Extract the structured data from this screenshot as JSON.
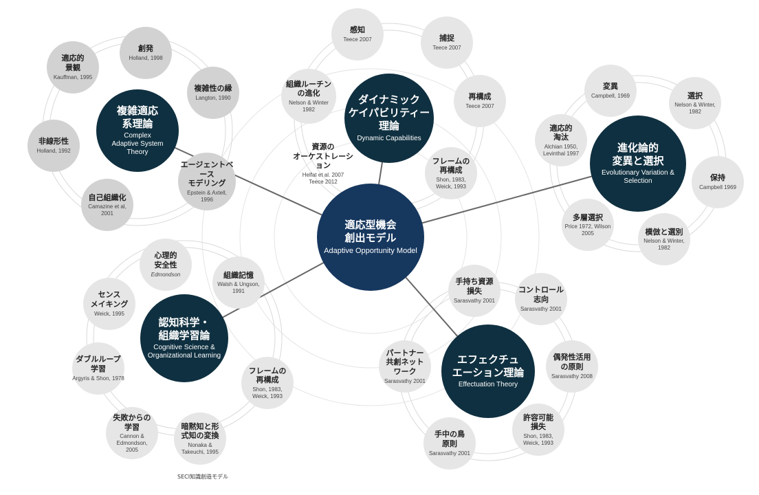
{
  "center": {
    "jp": "適応型機会\n創出モデル",
    "en": "Adaptive Opportunity Model"
  },
  "hubs": [
    {
      "id": "complex",
      "jp": "複雑適応\n系理論",
      "en": "Complex\nAdaptive System\nTheory"
    },
    {
      "id": "dynamic",
      "jp": "ダイナミック\nケイパビリティー\n理論",
      "en": "Dynamic Capabilities"
    },
    {
      "id": "evolution",
      "jp": "進化論的\n変異と選択",
      "en": "Evolutionary Variation &\nSelection"
    },
    {
      "id": "cognitive",
      "jp": "認知科学・\n組織学習論",
      "en": "Cognitive Science &\nOrganizational Learning"
    },
    {
      "id": "effectuation",
      "jp": "エフェクチュ\nエーション理論",
      "en": "Effectuation Theory"
    }
  ],
  "satellites": [
    {
      "id": "c1",
      "jp": "創発",
      "en": "Holland, 1998"
    },
    {
      "id": "c2",
      "jp": "適応的\n景観",
      "en": "Kauffman, 1995"
    },
    {
      "id": "c3",
      "jp": "複雑性の縁",
      "en": "Langton, 1990"
    },
    {
      "id": "c4",
      "jp": "非線形性",
      "en": "Holland, 1992"
    },
    {
      "id": "c5",
      "jp": "自己組織化",
      "en": "Camazine et al,\n2001"
    },
    {
      "id": "c6",
      "jp": "エージェントベース\nモデリング",
      "en": "Epstein & Axtell,\n1996"
    },
    {
      "id": "d1",
      "jp": "感知",
      "en": "Teece 2007"
    },
    {
      "id": "d2",
      "jp": "捕捉",
      "en": "Teece 2007"
    },
    {
      "id": "d3",
      "jp": "組織ルーチン\nの進化",
      "en": "Nelson & Winter\n1982"
    },
    {
      "id": "d4",
      "jp": "再構成",
      "en": "Teece 2007"
    },
    {
      "id": "d5",
      "jp": "資源の\nオーケストレーション",
      "en": "Helfat et al. 2007\nTeece 2012"
    },
    {
      "id": "d6",
      "jp": "フレームの\n再構成",
      "en": "Shon, 1983,\nWeick, 1993"
    },
    {
      "id": "e1",
      "jp": "変異",
      "en": "Campbell, 1969"
    },
    {
      "id": "e2",
      "jp": "選択",
      "en": "Nelson & Winter,\n1982"
    },
    {
      "id": "e3",
      "jp": "適応的\n淘汰",
      "en": "Alchian 1950,\nLevinthal 1997"
    },
    {
      "id": "e4",
      "jp": "保持",
      "en": "Campbell 1969"
    },
    {
      "id": "e5",
      "jp": "多層選択",
      "en": "Price 1972, Wilson 2005"
    },
    {
      "id": "e6",
      "jp": "模倣と選別",
      "en": "Nelson & Winter,\n1982"
    },
    {
      "id": "g1",
      "jp": "心理的\n安全性",
      "en": "Edmondson"
    },
    {
      "id": "g2",
      "jp": "組織記憶",
      "en": "Walsh & Ungson,\n1991"
    },
    {
      "id": "g3",
      "jp": "センス\nメイキング",
      "en": "Weick, 1995"
    },
    {
      "id": "g4",
      "jp": "ダブルループ\n学習",
      "en": "Argyris & Shon, 1978"
    },
    {
      "id": "g5",
      "jp": "フレームの\n再構成",
      "en": "Shon, 1983,\nWeick, 1993"
    },
    {
      "id": "g6",
      "jp": "失敗からの\n学習",
      "en": "Cannon &\nEdmondson,\n2005"
    },
    {
      "id": "g7",
      "jp": "暗黙知と形\n式知の変換",
      "en": "Nonaka &\nTakeuchi, 1995"
    },
    {
      "id": "f1",
      "jp": "手持ち資源\n損失",
      "en": "Sarasvathy 2001"
    },
    {
      "id": "f2",
      "jp": "コントロール\n志向",
      "en": "Sarasvathy 2001"
    },
    {
      "id": "f3",
      "jp": "パートナー\n共創ネット\nワーク",
      "en": "Sarasvathy 2001"
    },
    {
      "id": "f4",
      "jp": "偶発性活用\nの原則",
      "en": "Sarasvathy 2008"
    },
    {
      "id": "f5",
      "jp": "手中の鳥\n原則",
      "en": "Sarasvathy 2001"
    },
    {
      "id": "f6",
      "jp": "許容可能\n損失",
      "en": "Shon, 1983,\nWeick, 1993"
    }
  ],
  "footnote": "SECI知識創造モデル",
  "colors": {
    "center": "#16375e",
    "hub": "#0f3040",
    "satellite": "#e6e6e6",
    "satellite_dark": "#d2d2d2",
    "line": "#666666",
    "ring": "#d9d9d9"
  }
}
